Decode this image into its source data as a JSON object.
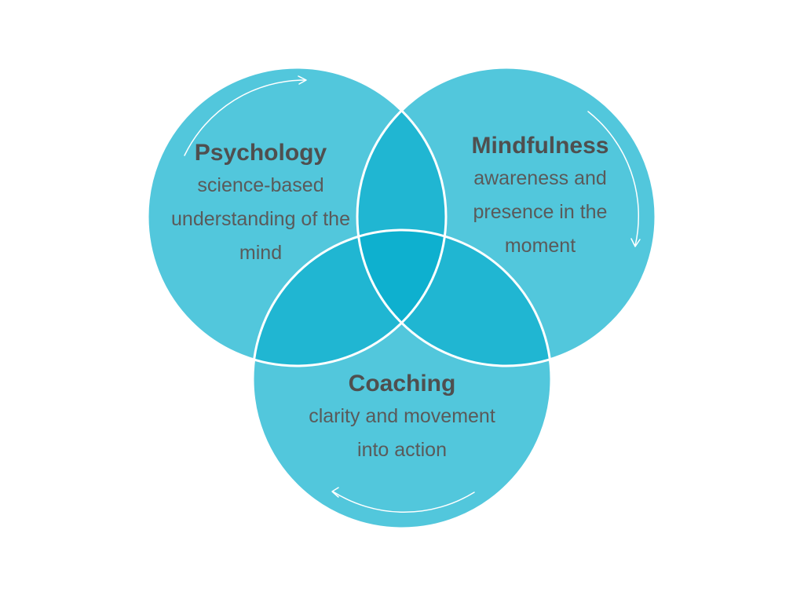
{
  "colors": {
    "circle_fill": "#52c7dc",
    "overlap_two": "#20b6d2",
    "overlap_center": "#0eb0cf",
    "outline": "#ffffff",
    "text": "#555555"
  },
  "sets": [
    {
      "id": "psychology",
      "title": "Psychology",
      "description": "science-based understanding of the mind",
      "arrow": "arrow-clockwise-icon"
    },
    {
      "id": "mindfulness",
      "title": "Mindfulness",
      "description": "awareness and presence in the moment",
      "arrow": "arrow-clockwise-icon"
    },
    {
      "id": "coaching",
      "title": "Coaching",
      "description": "clarity and movement into action",
      "arrow": "arrow-clockwise-icon"
    }
  ]
}
